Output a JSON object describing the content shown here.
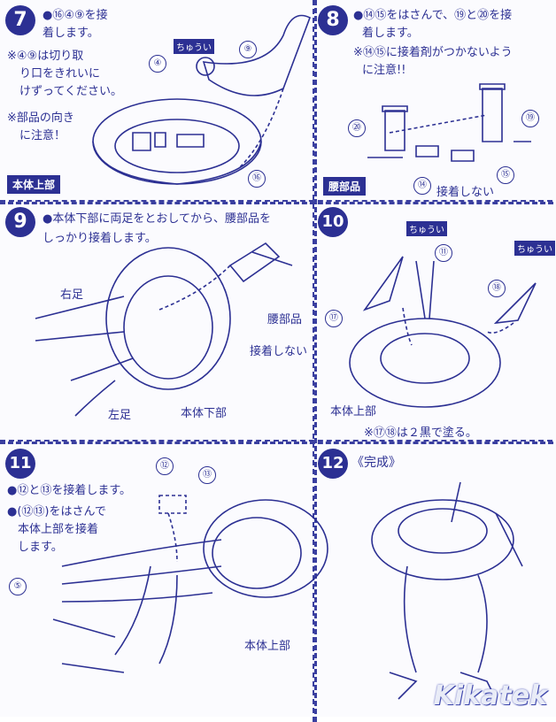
{
  "steps": [
    {
      "num": "7",
      "lines": [
        "●⑯④⑨を接",
        "着します。",
        "※④⑨は切り取",
        "り口をきれいに",
        "けずってください。",
        "※部品の向き",
        "に注意！"
      ],
      "parts": [
        "④",
        "⑨",
        "⑯"
      ],
      "callout": "ちゅうい",
      "tag": "本体上部"
    },
    {
      "num": "8",
      "lines": [
        "●⑭⑮をはさんで、⑲と⑳を接",
        "着します。",
        "※⑭⑮に接着剤がつかないよう",
        "に注意!!"
      ],
      "parts": [
        "⑳",
        "⑲",
        "⑭",
        "⑮"
      ],
      "glue_note": "接着しない",
      "tag": "腰部品"
    },
    {
      "num": "9",
      "lines": [
        "●本体下部に両足をとおしてから、腰部品を",
        "しっかり接着します。"
      ],
      "labels": {
        "right_leg": "右足",
        "waist": "腰部品",
        "no_glue": "接着しない",
        "left_leg": "左足",
        "lower_body": "本体下部"
      }
    },
    {
      "num": "10",
      "parts": [
        "⑪",
        "⑰",
        "⑱"
      ],
      "callouts": [
        "ちゅうい",
        "ちゅうい"
      ],
      "labels": {
        "upper_body": "本体上部"
      },
      "note": "※⑰⑱は２黒で塗る。"
    },
    {
      "num": "11",
      "lines": [
        "●⑫と⑬を接着します。",
        "●(⑫⑬)をはさんで",
        "本体上部を接着",
        "します。"
      ],
      "parts": [
        "⑫",
        "⑬",
        "⑤"
      ],
      "labels": {
        "upper_body": "本体上部"
      }
    },
    {
      "num": "12",
      "title": "《完成》"
    }
  ],
  "watermark": "Kikatek"
}
